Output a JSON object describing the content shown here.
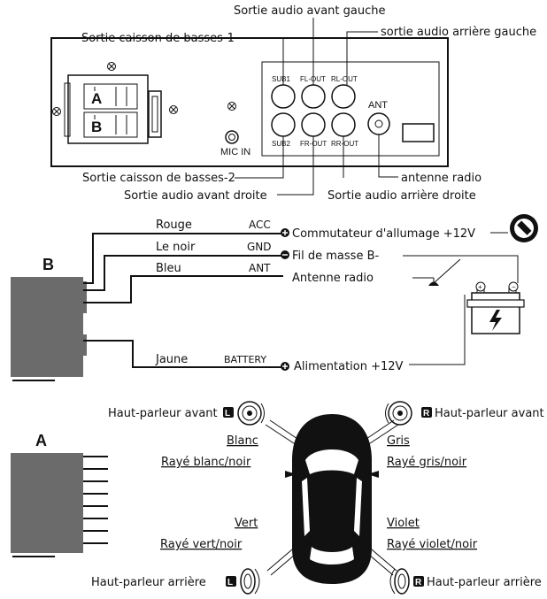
{
  "top_panel": {
    "labels": {
      "sub1_out": "Sortie caisson de basses-1",
      "fl_out": "Sortie audio avant gauche",
      "rl_out": "sortie audio arrière gauche",
      "sub2_out": "Sortie caisson de basses-2",
      "fr_out": "Sortie audio avant droite",
      "rr_out": "Sortie audio arrière droite",
      "antenna": "antenne radio"
    },
    "jacks": {
      "sub1": "SUB1",
      "fl": "FL-OUT",
      "rl": "RL-OUT",
      "sub2": "SUB2",
      "fr": "FR-OUT",
      "rr": "RR-OUT"
    },
    "ant": "ANT",
    "mic": "MIC IN",
    "conn_a": "A",
    "conn_b": "B"
  },
  "connector_b": {
    "letter": "B",
    "wires": [
      {
        "color": "Rouge",
        "code": "ACC",
        "dest": "Commutateur d'allumage +12V"
      },
      {
        "color": "Le noir",
        "code": "GND",
        "dest": "Fil de masse B-"
      },
      {
        "color": "Bleu",
        "code": "ANT",
        "dest": "Antenne radio"
      },
      {
        "color": "Jaune",
        "code": "BATTERY",
        "dest": "Alimentation +12V"
      }
    ]
  },
  "connector_a": {
    "letter": "A",
    "front_left": {
      "label": "Haut-parleur avant",
      "badge": "L",
      "wire1": "Blanc",
      "wire2": "Rayé blanc/noir"
    },
    "front_right": {
      "label": "Haut-parleur avant",
      "badge": "R",
      "wire1": "Gris",
      "wire2": "Rayé gris/noir"
    },
    "rear_left": {
      "label": "Haut-parleur arrière",
      "badge": "L",
      "wire1": "Vert",
      "wire2": "Rayé vert/noir"
    },
    "rear_right": {
      "label": "Haut-parleur arrière",
      "badge": "R",
      "wire1": "Violet",
      "wire2": "Rayé violet/noir"
    }
  }
}
